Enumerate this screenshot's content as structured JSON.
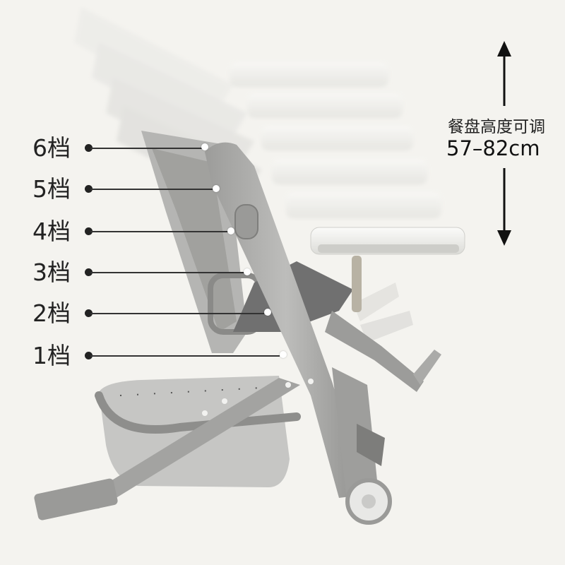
{
  "photo": {
    "subject": "high-chair-icon",
    "colors": {
      "background": "#f4f3ef",
      "frame": "#a9a9a7",
      "tray": "#ececea",
      "text": "#222222"
    }
  },
  "height_levels": [
    {
      "label": "6档"
    },
    {
      "label": "5档"
    },
    {
      "label": "4档"
    },
    {
      "label": "3档"
    },
    {
      "label": "2档"
    },
    {
      "label": "1档"
    }
  ],
  "tray_range": {
    "title": "餐盘高度可调",
    "value": "57–82cm"
  }
}
